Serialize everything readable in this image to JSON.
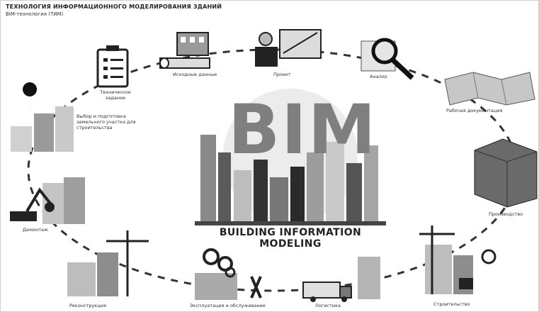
{
  "header": {
    "title": "ТЕХНОЛОГИЯ ИНФОРМАЦИОННОГО МОДЕЛИРОВАНИЯ ЗДАНИЙ",
    "subtitle": "BIM-технология (ТИМ)"
  },
  "center": {
    "letters": "BIM",
    "caption": "BUILDING INFORMATION MODELING"
  },
  "stages": [
    {
      "id": "zadanie",
      "label": "Техническое задание",
      "icon": "checklist-icon"
    },
    {
      "id": "iskhodnye",
      "label": "Исходные данные",
      "icon": "documents-icon"
    },
    {
      "id": "proekt",
      "label": "Проект",
      "icon": "architect-icon"
    },
    {
      "id": "analiz",
      "label": "Анализ",
      "icon": "magnifier-icon"
    },
    {
      "id": "rd",
      "label": "Рабочая документация",
      "icon": "map-icon"
    },
    {
      "id": "fabrika",
      "label": "Производство",
      "icon": "factory-icon"
    },
    {
      "id": "stroitelstvo",
      "label": "Строительство",
      "icon": "construction-icon"
    },
    {
      "id": "logistika",
      "label": "Логистика",
      "icon": "truck-icon"
    },
    {
      "id": "ekspluatatsiya",
      "label": "Эксплуатация и обслуживание",
      "icon": "gears-icon"
    },
    {
      "id": "rekonstruktsiya",
      "label": "Реконструкция",
      "icon": "crane-icon"
    },
    {
      "id": "snos",
      "label": "Демонтаж",
      "icon": "excavator-icon"
    },
    {
      "id": "uchastok",
      "label": "Выбор и подготовка земельного участка для строительства",
      "icon": "location-pin-icon"
    }
  ]
}
